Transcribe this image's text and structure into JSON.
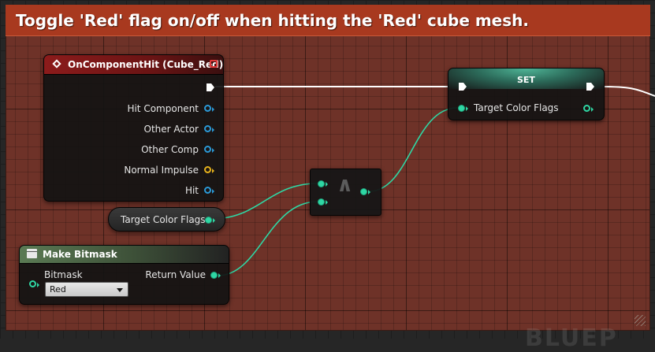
{
  "comment": {
    "title": "Toggle 'Red' flag on/off when hitting the 'Red' cube mesh."
  },
  "event_node": {
    "title": "OnComponentHit (Cube_Red)",
    "pins": [
      {
        "label": "Hit Component",
        "pin_color": "#2b9ad8"
      },
      {
        "label": "Other Actor",
        "pin_color": "#2b9ad8"
      },
      {
        "label": "Other Comp",
        "pin_color": "#2b9ad8"
      },
      {
        "label": "Normal Impulse",
        "pin_color": "#e6b21c"
      },
      {
        "label": "Hit",
        "pin_color": "#2b9ad8"
      }
    ]
  },
  "getter_node": {
    "label": "Target Color Flags"
  },
  "bitmask_node": {
    "title": "Make Bitmask",
    "input_label": "Bitmask",
    "output_label": "Return Value",
    "dropdown_value": "Red"
  },
  "and_node": {
    "symbol": "∧"
  },
  "set_node": {
    "title": "SET",
    "input_label": "Target Color Flags"
  },
  "watermark": {
    "text": "BLUEP"
  },
  "colors": {
    "comment_header": "#a8391f",
    "comment_body": "#6e3228",
    "exec_wire": "#ffffff",
    "int_wire": "#2fd7a4",
    "object_pin": "#2b9ad8",
    "struct_pin": "#e6b21c"
  }
}
